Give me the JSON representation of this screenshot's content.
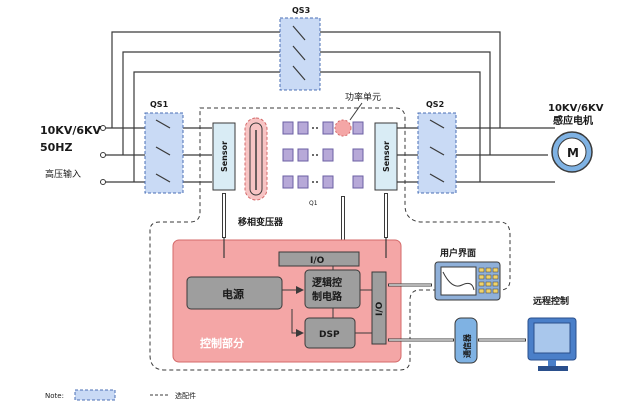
{
  "labels": {
    "qs3": "QS3",
    "qs1": "QS1",
    "qs2": "QS2",
    "input_voltage": "10KV/6KV",
    "input_freq": "50HZ",
    "hv_input": "高压输入",
    "power_unit": "功率单元",
    "motor_title_1": "10KV/6KV",
    "motor_title_2": "感应电机",
    "motor_symbol": "M",
    "sensor_left": "Sensor",
    "sensor_right": "Sensor",
    "transformer": "移相变压器",
    "q1": "Q1",
    "io_top": "I/O",
    "io_right": "I/O",
    "power_supply": "电源",
    "logic_ctrl_1": "逻辑控",
    "logic_ctrl_2": "制电路",
    "dsp": "DSP",
    "control_part": "控制部分",
    "user_interface": "用户界面",
    "remote_control": "远程控制",
    "modem": "通信器",
    "note": "Note:",
    "optional": "选配件"
  },
  "colors": {
    "line": "#3a3a3a",
    "dashed_box_fill": "#c9daf5",
    "dashed_box_stroke": "#4a6fb5",
    "control_fill": "#f4a6a6",
    "control_stroke": "#d46a6a",
    "inner_gray": "#9e9e9e",
    "cell_purple": "#b7a9d8",
    "transformer_fill": "#f7c4c4",
    "sensor_fill": "#d9ecf5",
    "motor_fill": "#7fb2e3",
    "monitor_fill": "#4a7fc9"
  }
}
